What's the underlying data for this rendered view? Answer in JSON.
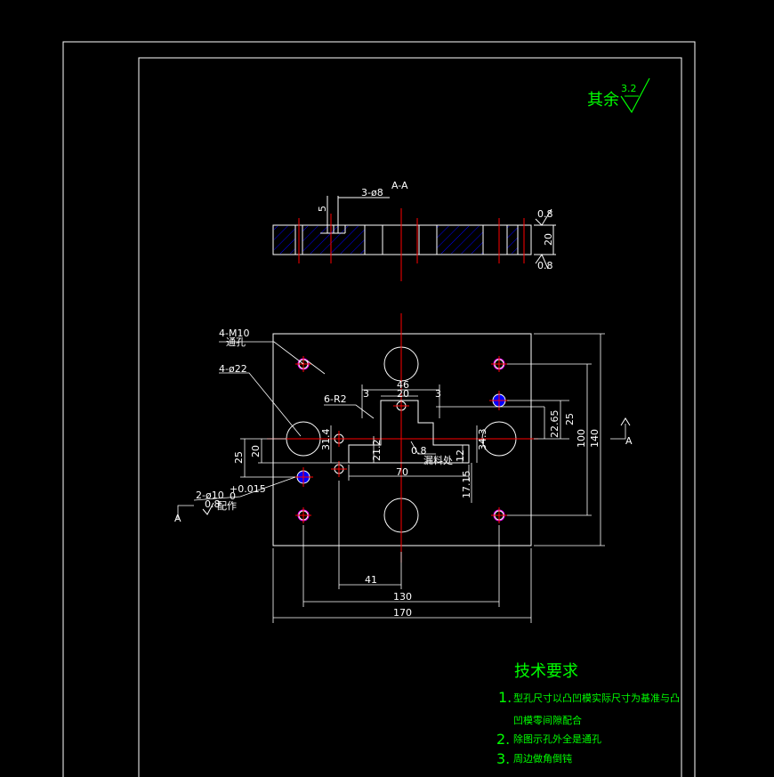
{
  "colors": {
    "background": "#000000",
    "line": "#ffffff",
    "center_line": "#ff0000",
    "hatch": "#0000ff",
    "note": "#00ff00",
    "hole_fill": "#0000ff"
  },
  "roughness": {
    "label": "其余",
    "value": "3.2",
    "section_top": "0.8",
    "section_bottom": "0.8",
    "cavity": "0.8",
    "dowel": "0.8"
  },
  "section": {
    "title": "A-A",
    "hole_callout": "3-ø8",
    "depth_dim": "5",
    "thickness_dim": "20"
  },
  "plan": {
    "tap_callout": "4-M10",
    "tap_note": "通孔",
    "bore_callout": "4-ø22",
    "fillet_callout": "6-R2",
    "dowel_callout": "2-ø10",
    "dowel_tol": "+0.015",
    "dowel_tol_low": "0",
    "dowel_note": "配作",
    "cavity_note": "漏料处",
    "cut_label_left": "A",
    "cut_label_right": "A",
    "dims": {
      "d46": "46",
      "d20top": "20",
      "d3a": "3",
      "d3b": "3",
      "d22_65": "22.65",
      "d25r": "25",
      "d100": "100",
      "d140": "140",
      "d31_4": "31.4",
      "d21_2": "21.2",
      "d34_3": "34.3",
      "d12": "12",
      "d70": "70",
      "d17_15": "17.15",
      "d25l": "25",
      "d20l": "20",
      "d41": "41",
      "d130": "130",
      "d170": "170"
    }
  },
  "notes": {
    "title": "技术要求",
    "items": [
      {
        "num": "1.",
        "text": "型孔尺寸以凸凹模实际尺寸为基准与凸"
      },
      {
        "num": "",
        "text": "凹模零间隙配合"
      },
      {
        "num": "2.",
        "text": "除图示孔外全是通孔"
      },
      {
        "num": "3.",
        "text": "周边做角倒钝"
      }
    ]
  }
}
